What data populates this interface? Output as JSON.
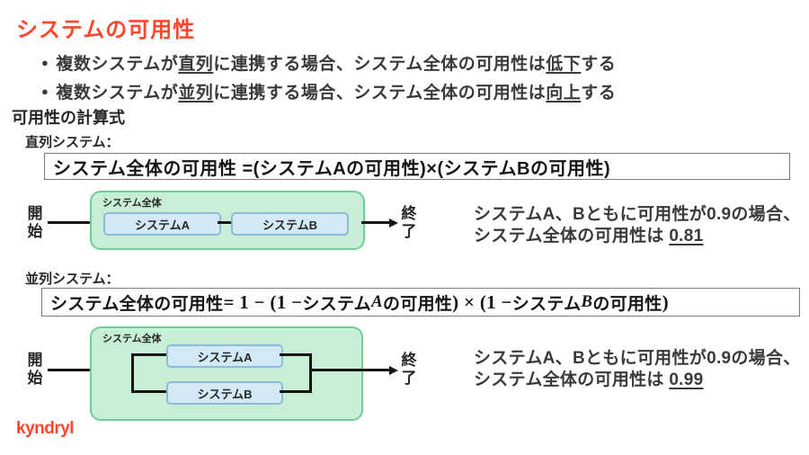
{
  "title": "システムの可用性",
  "bullet_char": "●",
  "bullets": [
    {
      "pre": "複数システムが",
      "u1": "直列",
      "mid": "に連携する場合、システム全体の可用性は",
      "u2": "低下",
      "post": "する"
    },
    {
      "pre": "複数システムが",
      "u1": "並列",
      "mid": "に連携する場合、システム全体の可用性は",
      "u2": "向上",
      "post": "する"
    }
  ],
  "section_heading": "可用性の計算式",
  "serial": {
    "label": "直列システム：",
    "formula": "システム全体の可用性 =(システムAの可用性)×(システムBの可用性)",
    "note_line1": "システムA、Bともに可用性が0.9の場合、",
    "note_line2_pre": "システム全体の可用性は ",
    "note_value": "0.81"
  },
  "parallel": {
    "label": "並列システム：",
    "formula_parts": {
      "jp_head": "システム全体の可用性",
      "math1": " = 1 − (1 − ",
      "jp_sys1": "システム",
      "var_a": "A",
      "jp_avail1": "の可用性",
      "math2": ") × (1 − ",
      "jp_sys2": "システム",
      "var_b": "B",
      "jp_avail2": "の可用性",
      "math3": ")"
    },
    "note_line1": "システムA、Bともに可用性が0.9の場合、",
    "note_line2_pre": "システム全体の可用性は ",
    "note_value": "0.99"
  },
  "diagram": {
    "start": "開始",
    "end": "終了",
    "group_label": "システム全体",
    "box_a": "システムA",
    "box_b": "システムB"
  },
  "logo": "kyndryl",
  "colors": {
    "accent_red": "#ff462d",
    "text_dark": "#3a3a3a",
    "group_fill": "#c8eed6",
    "group_border": "#6fcd98",
    "system_fill": "#d3eaf6",
    "system_border": "#8abbdb",
    "line_black": "#141414"
  }
}
